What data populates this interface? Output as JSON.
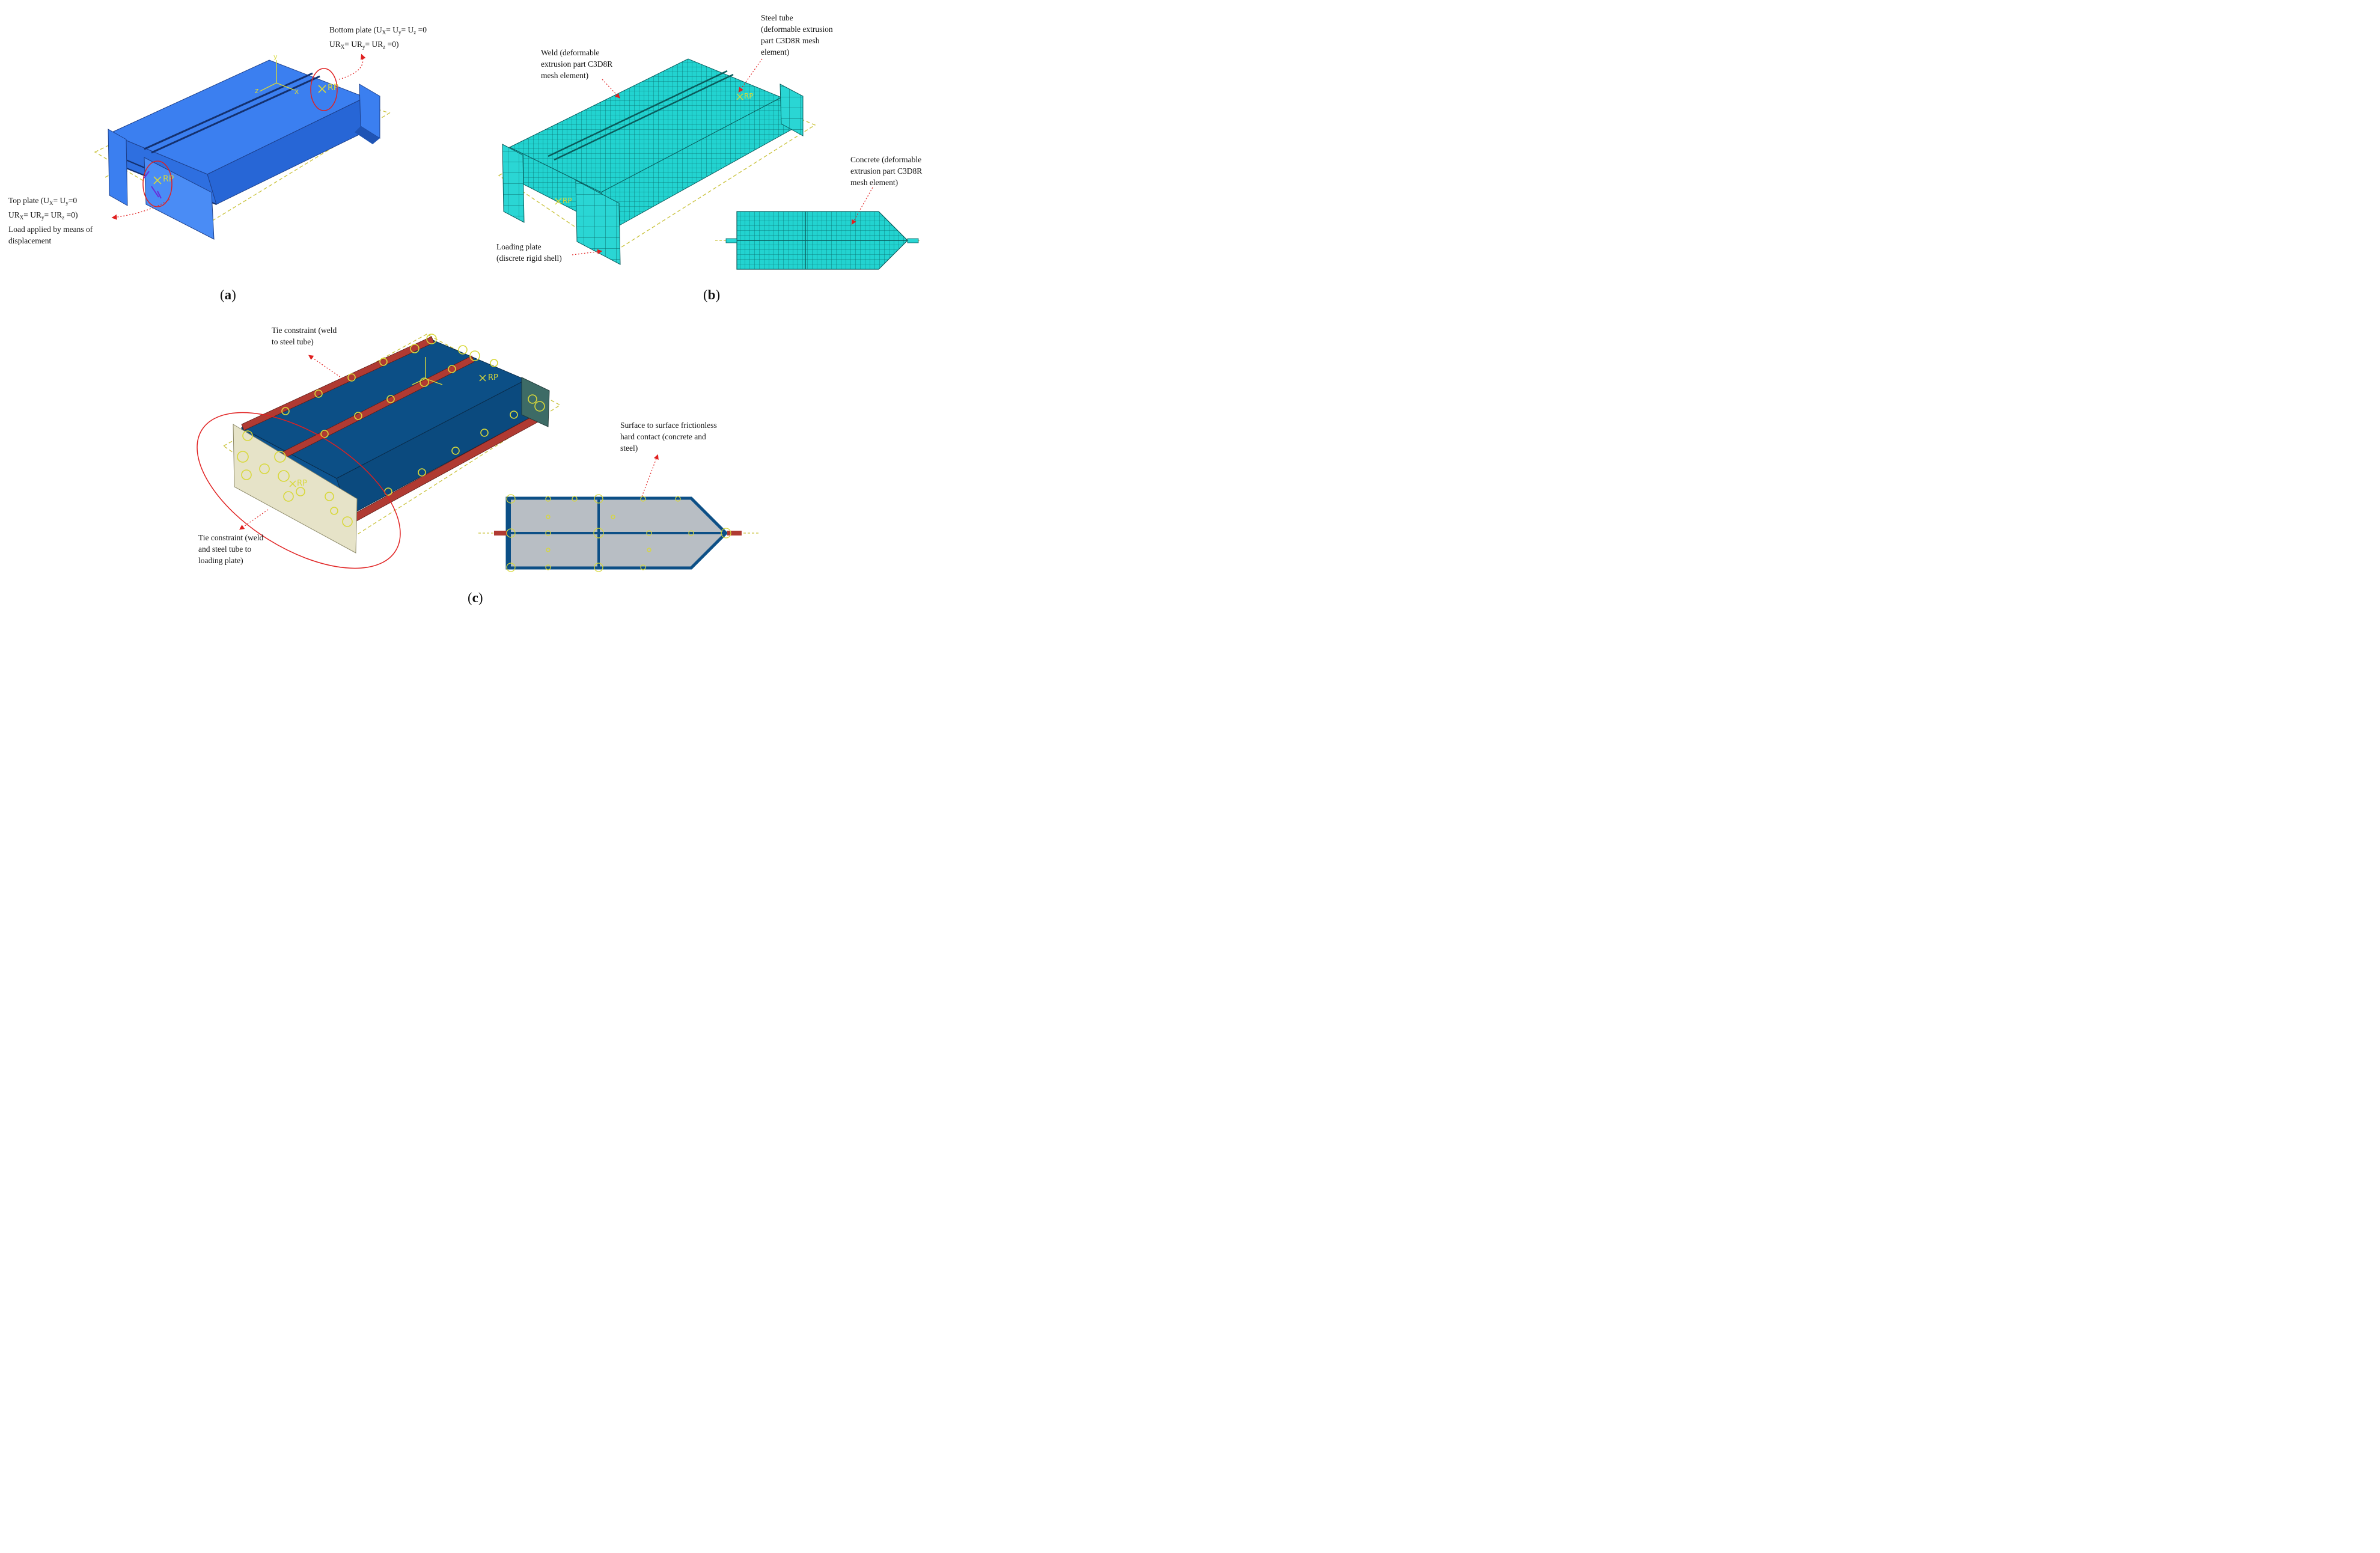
{
  "panels": {
    "a": {
      "caption_open": "(",
      "caption_letter": "a",
      "caption_close": ")",
      "bottom_plate": {
        "line1": "Bottom plate (U",
        "line1_s1": "X",
        "line1_t1": "= U",
        "line1_s2": "y",
        "line1_t2": "= U",
        "line1_s3": "z",
        "line1_t3": " =0",
        "line2": "UR",
        "line2_s1": "X",
        "line2_t1": "= UR",
        "line2_s2": "y",
        "line2_t2": "= UR",
        "line2_s3": "z",
        "line2_t3": " =0)"
      },
      "top_plate": {
        "line1": "Top plate (U",
        "line1_s1": "X",
        "line1_t1": "= U",
        "line1_s2": "y",
        "line1_t2": "=0",
        "line2": "UR",
        "line2_s1": "X",
        "line2_t1": "= UR",
        "line2_s2": "y",
        "line2_t2": "= UR",
        "line2_s3": "z",
        "line2_t3": " =0)",
        "line3": "Load applied by means of",
        "line4": "displacement"
      },
      "rp_labels": [
        "RP",
        "RP"
      ],
      "axis_labels": [
        "z",
        "x",
        "y"
      ]
    },
    "b": {
      "caption_open": "(",
      "caption_letter": "b",
      "caption_close": ")",
      "weld": [
        "Weld (deformable",
        "extrusion part C3D8R",
        "mesh element)"
      ],
      "steel_tube": [
        "Steel tube",
        "(deformable extrusion",
        "part C3D8R mesh",
        "element)"
      ],
      "concrete": [
        "Concrete (deformable",
        "extrusion part C3D8R",
        "mesh element)"
      ],
      "loading_plate": [
        "Loading plate",
        "(discrete rigid shell)"
      ],
      "rp_labels": [
        "RP",
        "RP"
      ]
    },
    "c": {
      "caption_open": "(",
      "caption_letter": "c",
      "caption_close": ")",
      "tie_top": [
        "Tie constraint (weld",
        "to steel tube)"
      ],
      "tie_bottom": [
        "Tie constraint (weld",
        "and steel tube to",
        "loading plate)"
      ],
      "contact": [
        "Surface to surface frictionless",
        "hard contact (concrete and",
        "steel)"
      ],
      "rp_labels": [
        "RP",
        "RP"
      ]
    }
  },
  "colors": {
    "panel_a_blue": "#2f6fe0",
    "panel_b_cyan": "#22d3d0",
    "panel_c_navy": "#0c4f86",
    "weld_red": "#b03a32",
    "constraint_yellow": "#d8d83a",
    "callout_red": "#e02020",
    "concrete_grey": "#b8bec4"
  }
}
